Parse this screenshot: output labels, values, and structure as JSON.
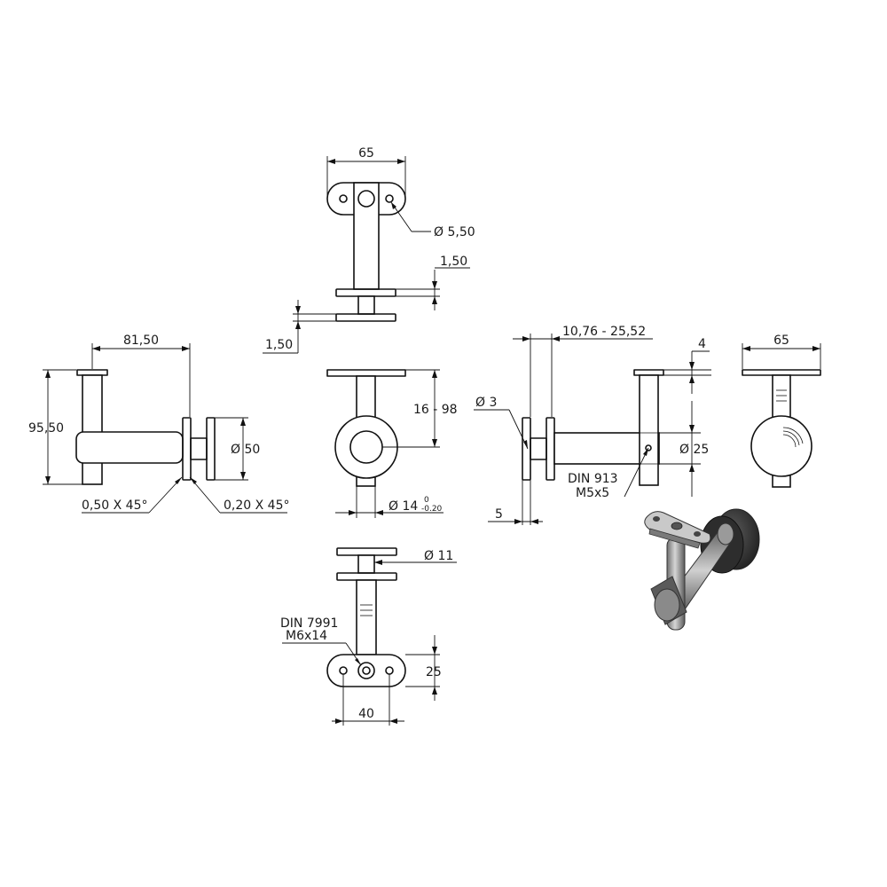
{
  "dimensions": {
    "top_width": "65",
    "hole_dia": "Ø 5,50",
    "thick_right": "1,50",
    "thick_left": "1,50",
    "side_width": "81,50",
    "side_height": "95,50",
    "disc_dia": "Ø 50",
    "chamfer_1": "0,50 X 45°",
    "chamfer_2": "0,20 X 45°",
    "adj_height": "16 - 98",
    "pin_dia_main": "Ø 14",
    "pin_tol_upper": "0",
    "pin_tol_lower": "-0.20",
    "adj_range": "10,76 - 25,52",
    "plate_thick": "4",
    "small_dia": "Ø 3",
    "tube_dia": "Ø 25",
    "setscrew_line1": "DIN 913",
    "setscrew_line2": "M5x5",
    "offset": "5",
    "end_width": "65",
    "neck_dia": "Ø 11",
    "screw_line1": "DIN 7991",
    "screw_line2": "M6x14",
    "saddle_depth": "25",
    "saddle_length": "40"
  },
  "colors": {
    "line": "#111111",
    "render_light": "#c9c9c9",
    "render_mid": "#8e8e8e",
    "render_dark": "#3a3a3a"
  }
}
